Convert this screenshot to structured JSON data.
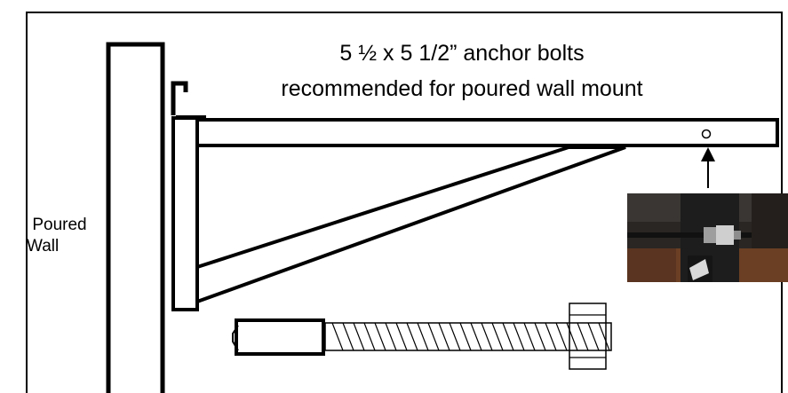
{
  "caption": {
    "line1": "5 ½ x 5 1/2” anchor bolts",
    "line2": "recommended for poured wall mount"
  },
  "wall_label": {
    "line1": "Poured",
    "line2": "Wall"
  },
  "colors": {
    "line": "#000000",
    "background": "#ffffff",
    "photo_wood": "#6b3f24",
    "photo_metal": "#1d1d1d",
    "photo_nut": "#bdbdbd"
  },
  "icons": {
    "pointer": "arrow-up-icon",
    "bolt": "anchor-bolt-icon"
  }
}
